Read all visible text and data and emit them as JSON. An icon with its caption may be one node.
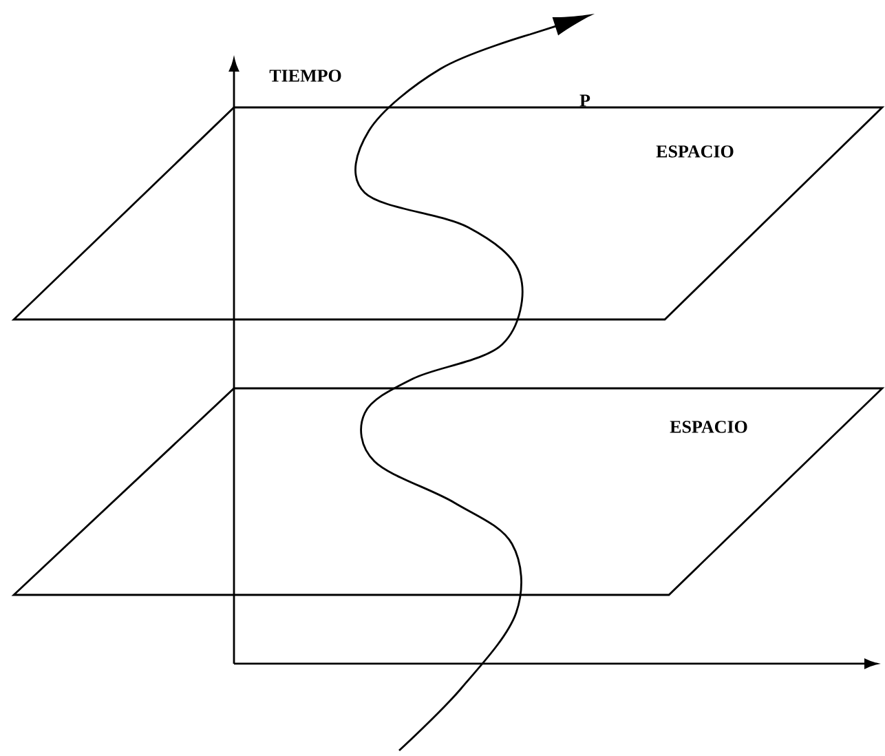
{
  "diagram": {
    "nodes": [
      {
        "text": [
          "ESPACIO"
        ]
      },
      {
        "text": [
          "ESPACIO"
        ]
      }
    ],
    "edges": [],
    "labels": [
      "TIEMPO",
      "P"
    ]
  }
}
